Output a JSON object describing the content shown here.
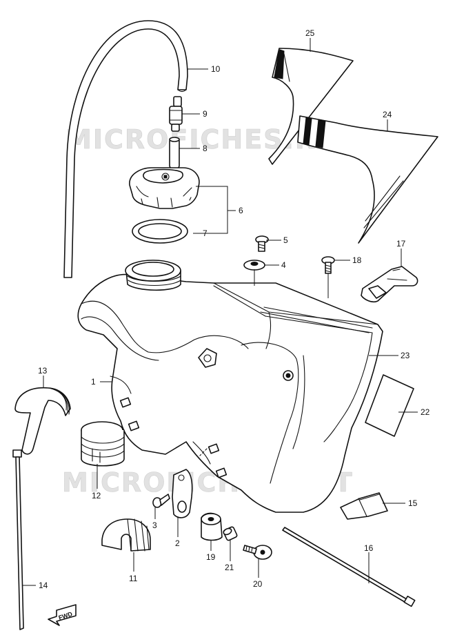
{
  "watermarks": [
    "MICROFICHES.NET",
    "MICROFICHES.NET"
  ],
  "direction_label": "FWD",
  "callouts": {
    "p1": "1",
    "p2": "2",
    "p3": "3",
    "p4": "4",
    "p5": "5",
    "p6": "6",
    "p7": "7",
    "p8": "8",
    "p9": "9",
    "p10": "10",
    "p11": "11",
    "p12": "12",
    "p13": "13",
    "p14": "14",
    "p15": "15",
    "p16": "16",
    "p17": "17",
    "p18": "18",
    "p19": "19",
    "p20": "20",
    "p21": "21",
    "p22": "22",
    "p23": "23",
    "p24": "24",
    "p25": "25"
  },
  "colors": {
    "line": "#111111",
    "watermark": "#e2e2e2",
    "background": "#ffffff"
  }
}
